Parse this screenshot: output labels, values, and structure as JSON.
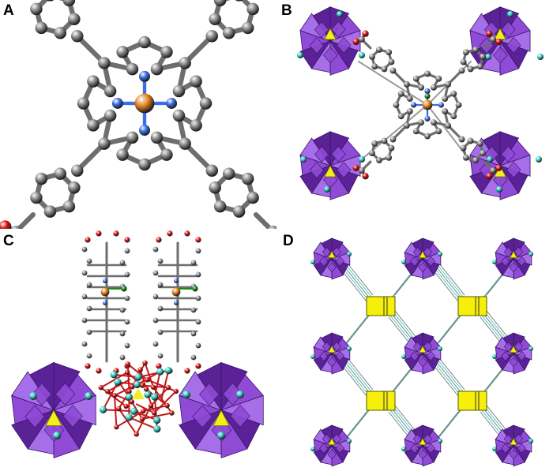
{
  "panels": [
    {
      "id": "a",
      "label": "A"
    },
    {
      "id": "b",
      "label": "B"
    },
    {
      "id": "c",
      "label": "C"
    },
    {
      "id": "d",
      "label": "D"
    }
  ],
  "colors": {
    "carbon": "#8c8c8c",
    "bond": "#6e6e6e",
    "oxygen": "#e01010",
    "nitrogen": "#3a6ee8",
    "metal_center": "#f08a22",
    "chloride": "#1a8a1a",
    "polyoxometalate": "#8f4ad6",
    "polyoxometalate_dark": "#5a2296",
    "metal_node": "#33d6cc",
    "heteroatom_core": "#f2ef1a",
    "linker_box": "#f5ef0a",
    "linker_line": "#3ec9c0"
  },
  "icons": {
    "atom": "sphere-icon",
    "polyhedron": "octahedron-cluster-icon"
  }
}
